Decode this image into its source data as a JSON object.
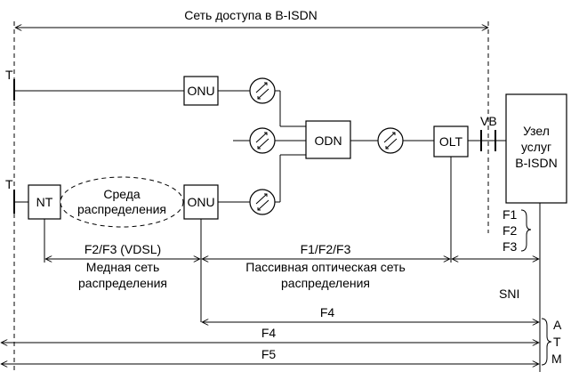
{
  "title": "Сеть доступа в B-ISDN",
  "terminals": {
    "top": "T",
    "bottom": "T"
  },
  "nodes": {
    "onu_top": "ONU",
    "onu_bottom": "ONU",
    "nt": "NT",
    "odn": "ODN",
    "olt": "OLT",
    "service_node": [
      "Узел",
      "услуг",
      "B-ISDN"
    ]
  },
  "medium": [
    "Среда",
    "распределения"
  ],
  "vb": "VB",
  "f_stack": [
    "F1",
    "F2",
    "F3"
  ],
  "segments": {
    "copper_flows": "F2/F3 (VDSL)",
    "copper_name": [
      "Медная сеть",
      "распределения"
    ],
    "optical_flows": "F1/F2/F3",
    "optical_name": [
      "Пассивная оптическая сеть",
      "распределения"
    ]
  },
  "sni": "SNI",
  "spans": {
    "f4_short": "F4",
    "f4_long": "F4",
    "f5": "F5"
  },
  "atm": [
    "A",
    "T",
    "M"
  ]
}
